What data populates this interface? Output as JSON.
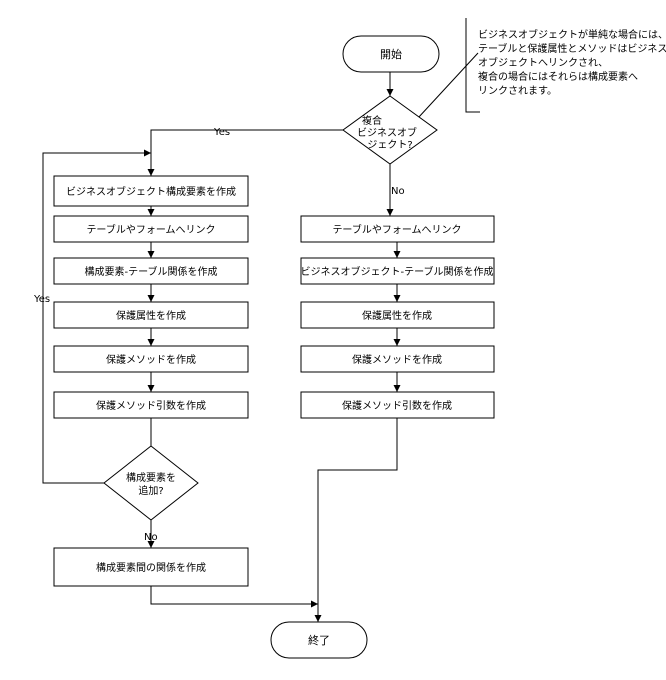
{
  "start": "開始",
  "end": "終了",
  "decision_complex": [
    "複合",
    "ビジネスオブ",
    "ジェクト?"
  ],
  "decision_add": [
    "構成要素を",
    "追加?"
  ],
  "yes": "Yes",
  "no": "No",
  "left_steps": [
    "ビジネスオブジェクト構成要素を作成",
    "テーブルやフォームへリンク",
    "構成要素-テーブル関係を作成",
    "保護属性を作成",
    "保護メソッドを作成",
    "保護メソッド引数を作成"
  ],
  "left_final": "構成要素間の関係を作成",
  "right_steps": [
    "テーブルやフォームへリンク",
    "ビジネスオブジェクト-テーブル関係を作成",
    "保護属性を作成",
    "保護メソッドを作成",
    "保護メソッド引数を作成"
  ],
  "note": [
    "ビジネスオブジェクトが単純な場合には、",
    "テーブルと保護属性とメソッドはビジネス",
    "オブジェクトへリンクされ、",
    "複合の場合にはそれらは構成要素へ",
    "リンクされます。"
  ]
}
